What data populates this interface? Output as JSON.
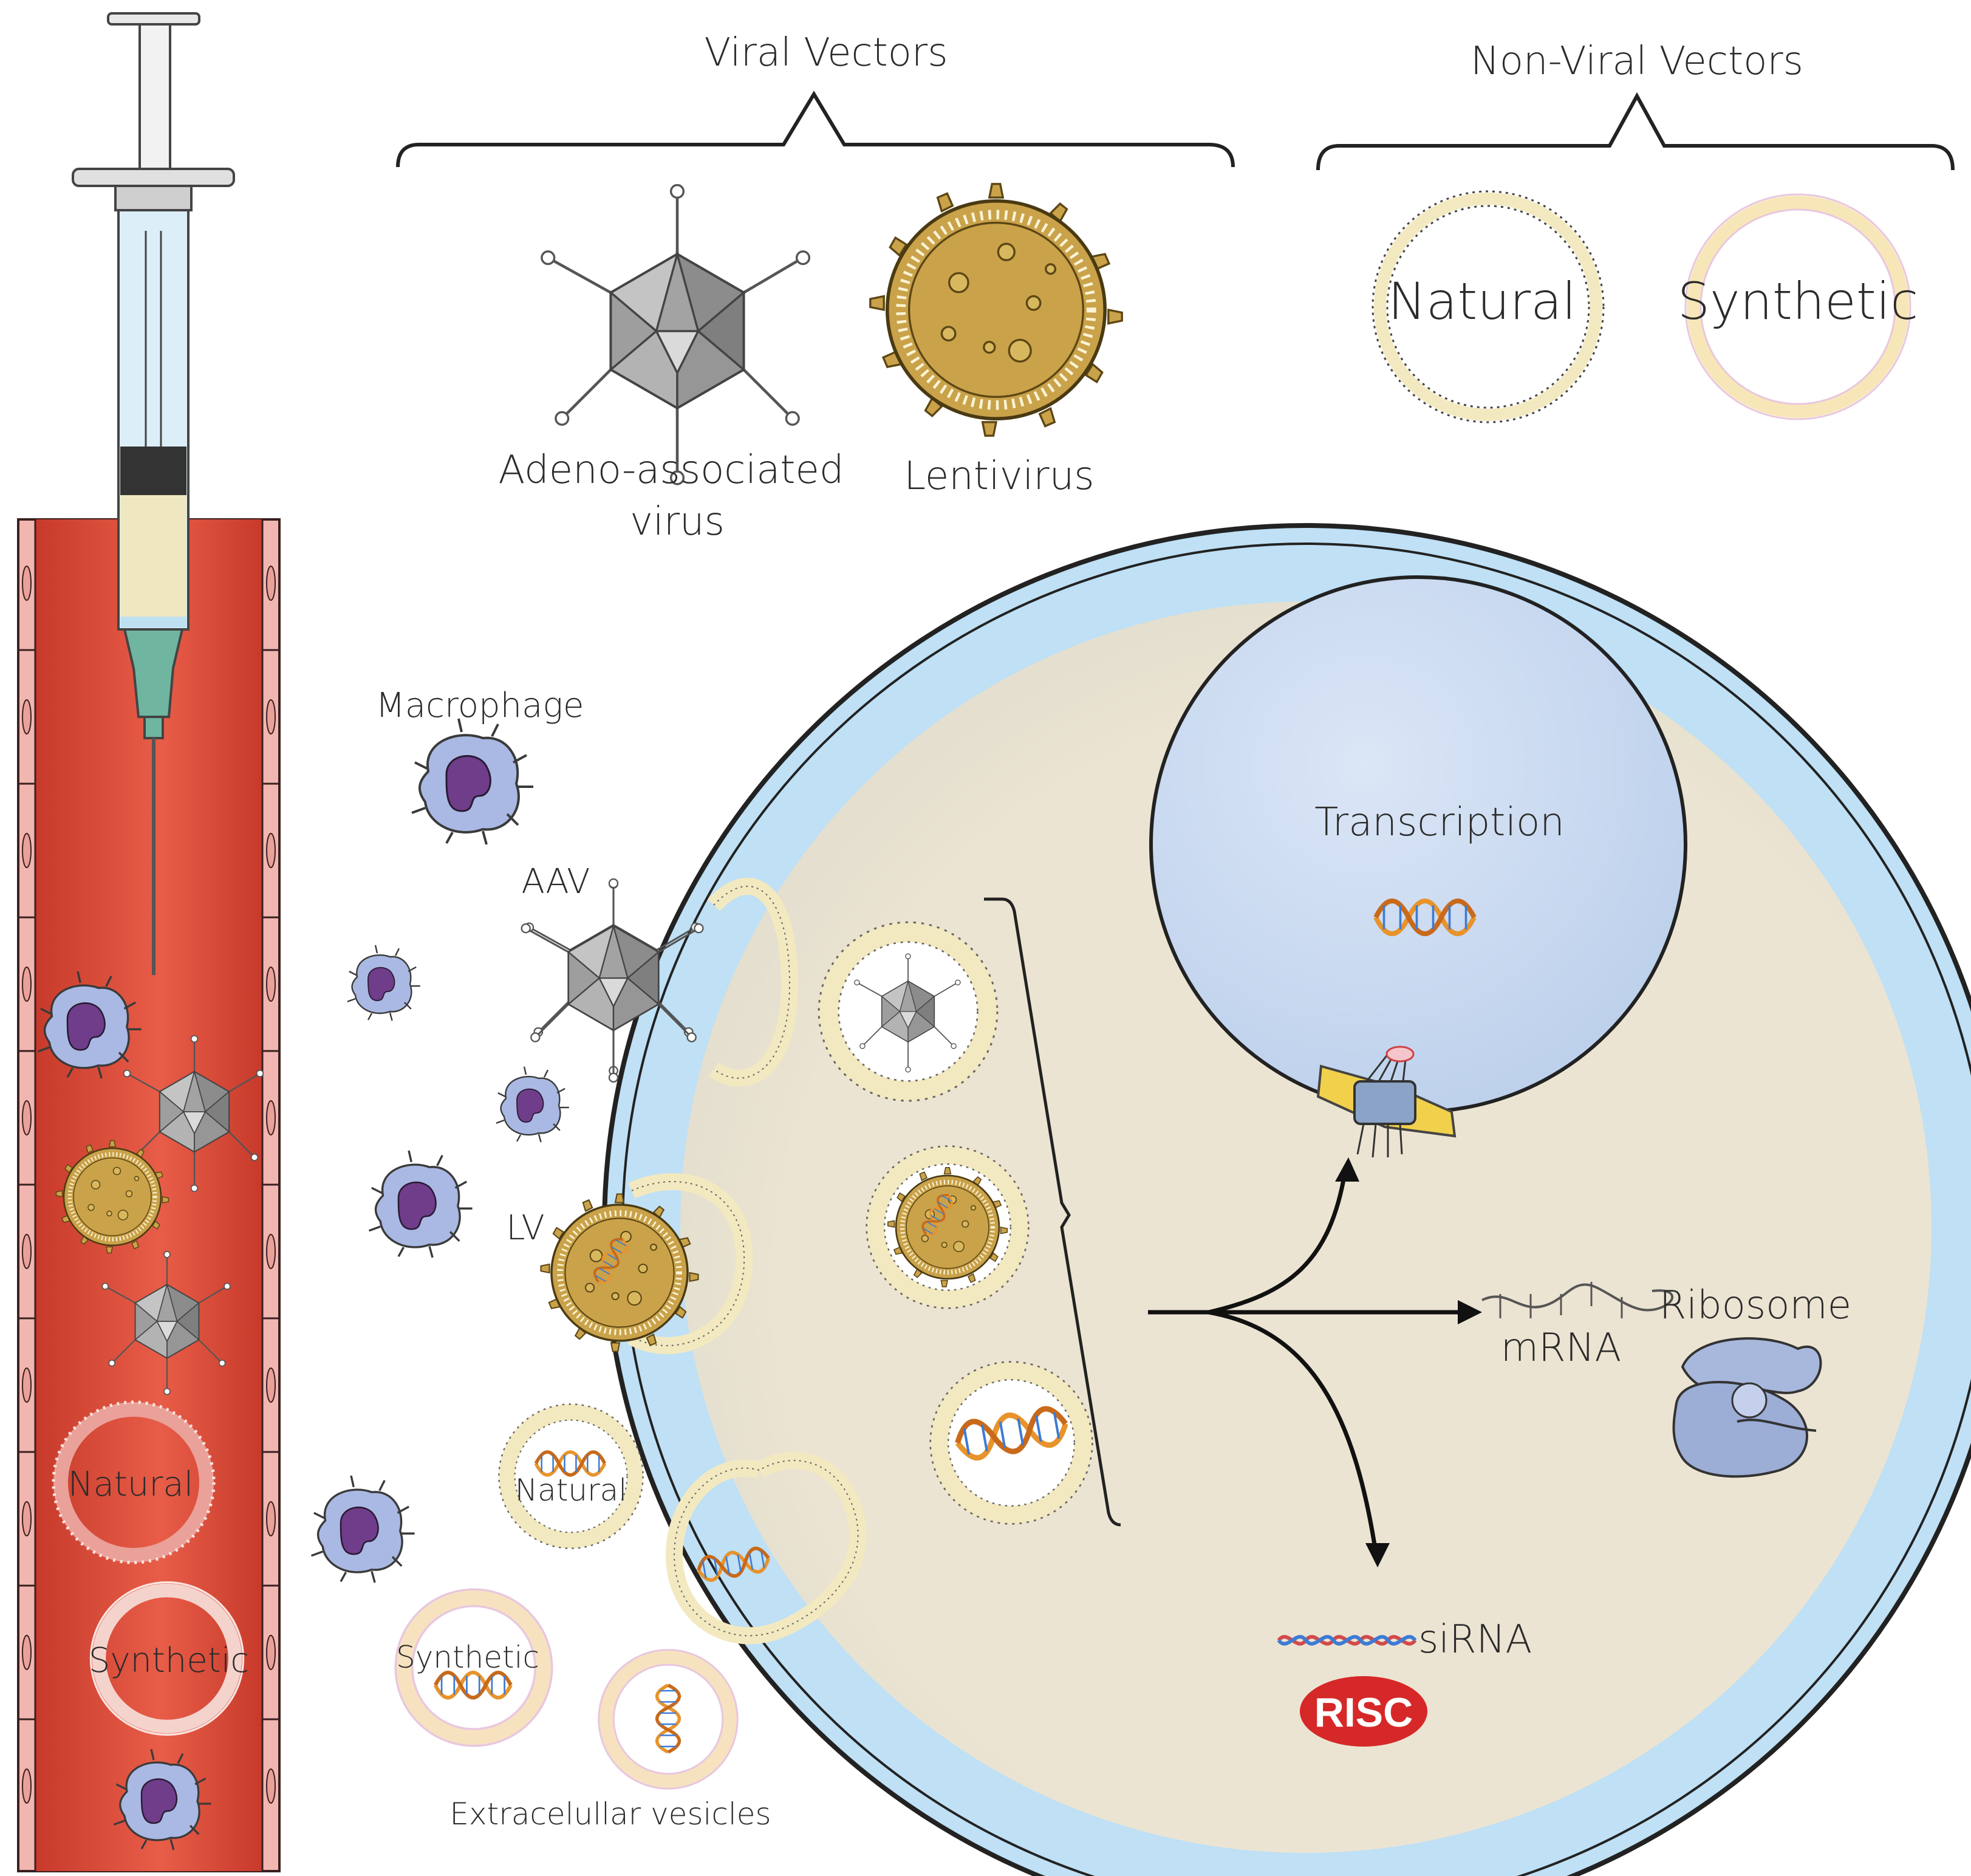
{
  "labels": {
    "viral_vectors": "Viral Vectors",
    "non_viral_vectors": "Non-Viral Vectors",
    "aav_line1": "Adeno-associated",
    "aav_line2": "virus",
    "lentivirus": "Lentivirus",
    "natural": "Natural",
    "synthetic": "Synthetic",
    "macrophage": "Macrophage",
    "aav_short": "AAV",
    "lv_short": "LV",
    "transcription": "Transcription",
    "mrna": "mRNA",
    "ribosome": "Ribosome",
    "sirna": "siRNA",
    "risc": "RISC",
    "extracellular_vesicles": "Extracelullar vesicles"
  },
  "colors": {
    "blood": "#d64a38",
    "blood_wall": "#f2b6b0",
    "cell_membrane": "#bfe0f5",
    "cytoplasm": "#ece4d2",
    "nucleus": "#c9daf0",
    "aav_grey": "#9a9a9a",
    "lentivirus_gold": "#c9a24a",
    "macrophage_body": "#a9b9e3",
    "macrophage_nucleus": "#6f3d8a",
    "dna_orange": "#e8932c",
    "risc_red": "#d62828",
    "ribosome_blue": "#a8b8dd",
    "syringe_liquid": "#efe7c0",
    "needle_hub": "#6fb59f"
  },
  "icons": [
    "syringe-icon",
    "aav-icon",
    "lentivirus-icon",
    "liposome-icon",
    "macrophage-icon",
    "dna-icon",
    "nuclear-pore-icon",
    "ribosome-icon",
    "sirna-icon"
  ]
}
